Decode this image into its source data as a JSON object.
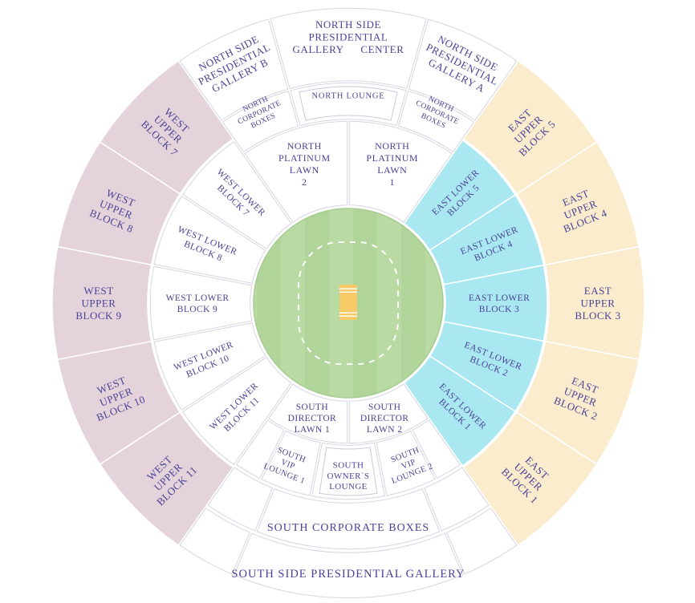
{
  "map_title": "Stadium seating map",
  "colors": {
    "text": "#4a4397",
    "cell_white": "#ffffff",
    "cell_border": "#d6d6e3",
    "inset_border": "#c9c9da",
    "west_upper": "#e4d3da",
    "east_upper": "#faeccd",
    "east_lower": "#a9e8f1",
    "field_light": "#b9daa2",
    "field_dark": "#b0d49a",
    "field_edge": "#a6cc90",
    "pitch": "#f8c967",
    "crease": "#ffffff",
    "boundary_dash": "#ffffff"
  },
  "field": {
    "name": "cricket-field",
    "pitch": "pitch",
    "thirty_yard": "thirty-yard-circle"
  },
  "sections": [
    {
      "id": "north-side-presidential-gallery-b",
      "label": "NORTH SIDE PRESIDENTIAL GALLERY B",
      "lines": [
        "NORTH SIDE",
        "PRESIDENTIAL",
        "GALLERY B"
      ],
      "color": "cell_white"
    },
    {
      "id": "north-side-presidential-gallery-center",
      "label": "NORTH SIDE PRESIDENTIAL GALLERY CENTER",
      "lines": [
        "NORTH SIDE",
        "PRESIDENTIAL",
        "GALLERY  CENTER"
      ],
      "color": "cell_white"
    },
    {
      "id": "north-side-presidential-gallery-a",
      "label": "NORTH SIDE PRESIDENTIAL GALLERY A",
      "lines": [
        "NORTH SIDE",
        "PRESIDENTIAL",
        "GALLERY A"
      ],
      "color": "cell_white"
    },
    {
      "id": "north-corporate-boxes-left",
      "label": "NORTH CORPORATE BOXES",
      "lines": [
        "NORTH",
        "CORPORATE",
        "BOXES"
      ],
      "color": "cell_white"
    },
    {
      "id": "north-lounge",
      "label": "NORTH LOUNGE",
      "lines": [
        "NORTH LOUNGE"
      ],
      "color": "cell_white"
    },
    {
      "id": "north-corporate-boxes-right",
      "label": "NORTH CORPORATE BOXES",
      "lines": [
        "NORTH",
        "CORPORATE",
        "BOXES"
      ],
      "color": "cell_white"
    },
    {
      "id": "north-platinum-lawn-2",
      "label": "NORTH PLATINUM LAWN 2",
      "lines": [
        "NORTH",
        "PLATINUM",
        "LAWN",
        "2"
      ],
      "color": "cell_white"
    },
    {
      "id": "north-platinum-lawn-1",
      "label": "NORTH PLATINUM LAWN 1",
      "lines": [
        "NORTH",
        "PLATINUM",
        "LAWN",
        "1"
      ],
      "color": "cell_white"
    },
    {
      "id": "east-lower-block-5",
      "label": "EAST LOWER BLOCK 5",
      "lines": [
        "EAST LOWER",
        "BLOCK 5"
      ],
      "color": "east_lower"
    },
    {
      "id": "east-lower-block-4",
      "label": "EAST LOWER BLOCK 4",
      "lines": [
        "EAST LOWER",
        "BLOCK 4"
      ],
      "color": "east_lower"
    },
    {
      "id": "east-lower-block-3",
      "label": "EAST LOWER BLOCK 3",
      "lines": [
        "EAST LOWER",
        "BLOCK 3"
      ],
      "color": "east_lower"
    },
    {
      "id": "east-lower-block-2",
      "label": "EAST LOWER BLOCK 2",
      "lines": [
        "EAST LOWER",
        "BLOCK 2"
      ],
      "color": "east_lower"
    },
    {
      "id": "east-lower-block-1",
      "label": "EAST LOWER BLOCK 1",
      "lines": [
        "EAST LOWER",
        "BLOCK 1"
      ],
      "color": "east_lower"
    },
    {
      "id": "east-upper-block-5",
      "label": "EAST UPPER BLOCK 5",
      "lines": [
        "EAST",
        "UPPER",
        "BLOCK 5"
      ],
      "color": "east_upper"
    },
    {
      "id": "east-upper-block-4",
      "label": "EAST UPPER BLOCK 4",
      "lines": [
        "EAST",
        "UPPER",
        "BLOCK 4"
      ],
      "color": "east_upper"
    },
    {
      "id": "east-upper-block-3",
      "label": "EAST UPPER BLOCK 3",
      "lines": [
        "EAST",
        "UPPER",
        "BLOCK 3"
      ],
      "color": "east_upper"
    },
    {
      "id": "east-upper-block-2",
      "label": "EAST UPPER BLOCK 2",
      "lines": [
        "EAST",
        "UPPER",
        "BLOCK 2"
      ],
      "color": "east_upper"
    },
    {
      "id": "east-upper-block-1",
      "label": "EAST UPPER BLOCK 1",
      "lines": [
        "EAST",
        "UPPER",
        "BLOCK 1"
      ],
      "color": "east_upper"
    },
    {
      "id": "west-lower-block-7",
      "label": "WEST LOWER BLOCK 7",
      "lines": [
        "WEST LOWER",
        "BLOCK 7"
      ],
      "color": "cell_white"
    },
    {
      "id": "west-lower-block-8",
      "label": "WEST LOWER BLOCK 8",
      "lines": [
        "WEST LOWER",
        "BLOCK 8"
      ],
      "color": "cell_white"
    },
    {
      "id": "west-lower-block-9",
      "label": "WEST LOWER BLOCK 9",
      "lines": [
        "WEST LOWER",
        "BLOCK 9"
      ],
      "color": "cell_white"
    },
    {
      "id": "west-lower-block-10",
      "label": "WEST LOWER BLOCK 10",
      "lines": [
        "WEST LOWER",
        "BLOCK 10"
      ],
      "color": "cell_white"
    },
    {
      "id": "west-lower-block-11",
      "label": "WEST LOWER BLOCK 11",
      "lines": [
        "WEST LOWER",
        "BLOCK 11"
      ],
      "color": "cell_white"
    },
    {
      "id": "west-upper-block-7",
      "label": "WEST UPPER BLOCK 7",
      "lines": [
        "WEST",
        "UPPER",
        "BLOCK 7"
      ],
      "color": "west_upper"
    },
    {
      "id": "west-upper-block-8",
      "label": "WEST UPPER BLOCK 8",
      "lines": [
        "WEST",
        "UPPER",
        "BLOCK 8"
      ],
      "color": "west_upper"
    },
    {
      "id": "west-upper-block-9",
      "label": "WEST UPPER BLOCK 9",
      "lines": [
        "WEST",
        "UPPER",
        "BLOCK 9"
      ],
      "color": "west_upper"
    },
    {
      "id": "west-upper-block-10",
      "label": "WEST UPPER BLOCK 10",
      "lines": [
        "WEST",
        "UPPER",
        "BLOCK 10"
      ],
      "color": "west_upper"
    },
    {
      "id": "west-upper-block-11",
      "label": "WEST UPPER BLOCK 11",
      "lines": [
        "WEST",
        "UPPER",
        "BLOCK 11"
      ],
      "color": "west_upper"
    },
    {
      "id": "south-director-lawn-2",
      "label": "SOUTH DIRECTOR LAWN 2",
      "lines": [
        "SOUTH",
        "DIRECTOR",
        "LAWN 2"
      ],
      "color": "cell_white"
    },
    {
      "id": "south-director-lawn-1",
      "label": "SOUTH DIRECTOR LAWN 1",
      "lines": [
        "SOUTH",
        "DIRECTOR",
        "LAWN 1"
      ],
      "color": "cell_white"
    },
    {
      "id": "south-vip-lounge-2",
      "label": "SOUTH VIP LOUNGE 2",
      "lines": [
        "SOUTH",
        "VIP",
        "LOUNGE 2"
      ],
      "color": "cell_white"
    },
    {
      "id": "south-owners-lounge",
      "label": "SOUTH OWNER`S LOUNGE",
      "lines": [
        "SOUTH",
        "OWNER`S",
        "LOUNGE"
      ],
      "color": "cell_white"
    },
    {
      "id": "south-vip-lounge-1",
      "label": "SOUTH VIP LOUNGE 1",
      "lines": [
        "SOUTH",
        "VIP",
        "LOUNGE 1"
      ],
      "color": "cell_white"
    },
    {
      "id": "south-corporate-boxes",
      "label": "SOUTH CORPORATE BOXES",
      "lines": [
        "SOUTH CORPORATE BOXES"
      ],
      "color": "cell_white"
    },
    {
      "id": "south-side-presidential-gallery",
      "label": "SOUTH SIDE PRESIDENTIAL GALLERY",
      "lines": [
        "SOUTH SIDE PRESIDENTIAL GALLERY"
      ],
      "color": "cell_white"
    }
  ]
}
